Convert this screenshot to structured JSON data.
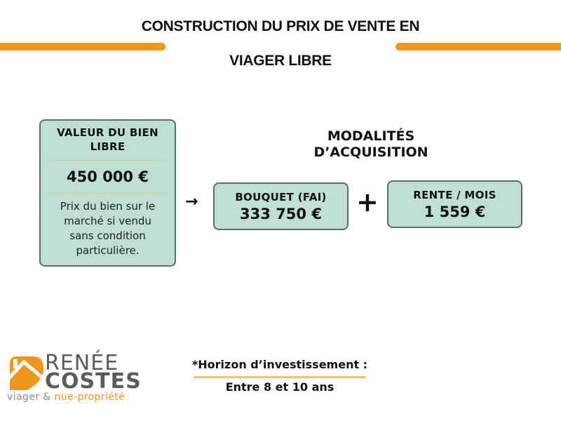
{
  "header": {
    "title_line1": "CONSTRUCTION DU PRIX DE VENTE EN",
    "title_line2": "VIAGER LIBRE",
    "accent_color": "#ef961f"
  },
  "valeur_bien": {
    "heading": "VALEUR DU BIEN LIBRE",
    "value": "450 000 €",
    "description": "Prix du bien sur le marché si vendu sans condition particulière."
  },
  "arrow_icon": "→",
  "modalites": {
    "heading_line1": "MODALITÉS",
    "heading_line2": "D’ACQUISITION"
  },
  "bouquet": {
    "label": "BOUQUET (FAI)",
    "value": "333 750 €"
  },
  "plus_sign": "+",
  "rente": {
    "label": "RENTE / MOIS",
    "value": "1 559 €"
  },
  "logo": {
    "line1": "RENÉE",
    "line2": "COSTES",
    "tagline_part1": "viager & ",
    "tagline_part2": "nue-propriété"
  },
  "horizon": {
    "label": "*Horizon d’investissement :",
    "value": "Entre 8 et 10 ans"
  },
  "colors": {
    "box_fill": "#bfded5",
    "box_border": "#5f6b66",
    "orange": "#ef961f",
    "logo_gray": "#5b5b5b"
  }
}
